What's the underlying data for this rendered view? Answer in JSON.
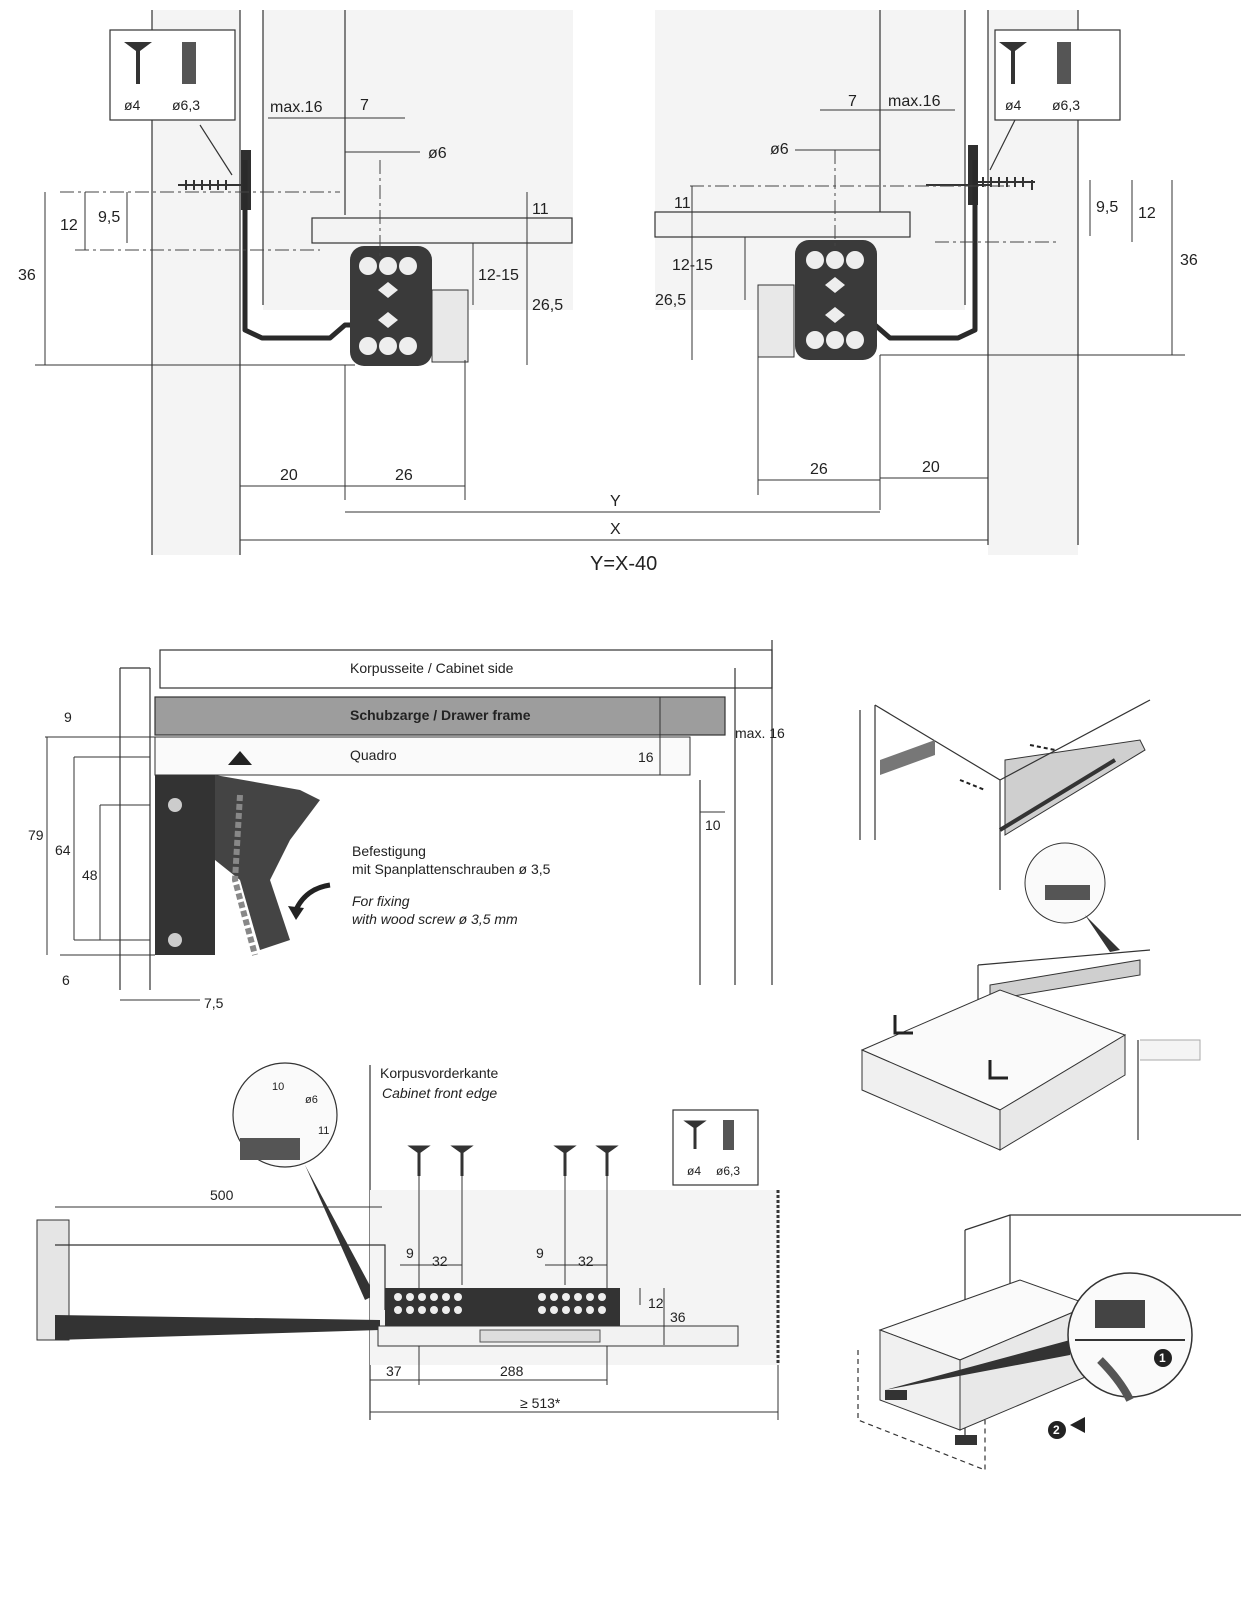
{
  "top_section": {
    "screw_labels": [
      "ø4",
      "ø6,3"
    ],
    "left_dims": {
      "max16": "max.16",
      "d7": "7",
      "phi6": "ø6",
      "d11": "11",
      "d12_15": "12-15",
      "d26_5": "26,5",
      "d12": "12",
      "d9_5": "9,5",
      "d36": "36",
      "d20": "20",
      "d26": "26"
    },
    "right_dims": {
      "max16": "max.16",
      "d7": "7",
      "phi6": "ø6",
      "d11": "11",
      "d12_15": "12-15",
      "d26_5": "26,5",
      "d12": "12",
      "d9_5": "9,5",
      "d36": "36",
      "d20": "20",
      "d26": "26"
    },
    "span_y": "Y",
    "span_x": "X",
    "formula": "Y=X-40"
  },
  "middle_section": {
    "cabinet_side": "Korpusseite / Cabinet side",
    "drawer_frame": "Schubzarge / Drawer frame",
    "quadro": "Quadro",
    "max16": "max. 16",
    "d16": "16",
    "d10": "10",
    "d9": "9",
    "d79": "79",
    "d64": "64",
    "d48": "48",
    "d6": "6",
    "d7_5": "7,5",
    "fixing_de_1": "Befestigung",
    "fixing_de_2": "mit Spanplattenschrauben ø 3,5",
    "fixing_en_1": "For fixing",
    "fixing_en_2": "with wood screw ø 3,5 mm"
  },
  "bottom_section": {
    "front_edge_de": "Korpusvorderkante",
    "front_edge_en": "Cabinet front edge",
    "screw_labels": [
      "ø4",
      "ø6,3"
    ],
    "detail_dims": {
      "d10": "10",
      "phi6": "ø6",
      "d11": "11"
    },
    "d500": "500",
    "d9a": "9",
    "d32a": "32",
    "d9b": "9",
    "d32b": "32",
    "d12": "12",
    "d36": "36",
    "d37": "37",
    "d288": "288",
    "d513": "≥ 513*"
  },
  "install_steps": {
    "step1": "1",
    "step2": "2"
  }
}
